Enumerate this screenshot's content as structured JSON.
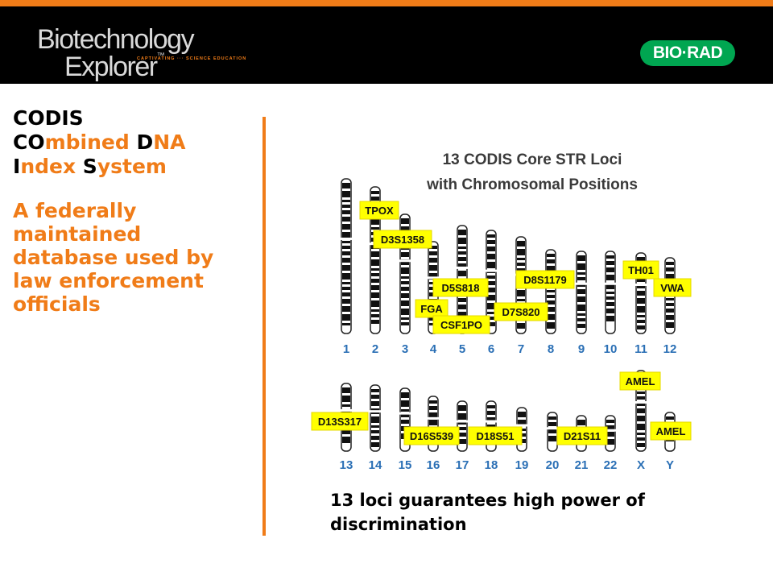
{
  "header": {
    "logo_line1": "Biotechnology",
    "logo_line2": "Explorer",
    "logo_trademark": "™",
    "logo_tagline": "CAPTIVATING ··· SCIENCE EDUCATION",
    "brand_logo": "BIO·RAD"
  },
  "left": {
    "title_line1": "CODIS",
    "title_l2_cap": "CO",
    "title_l2_rest": "mbined ",
    "title_l2_cap2": "D",
    "title_l2_rest2": "NA",
    "title_l3_cap": "I",
    "title_l3_rest": "ndex ",
    "title_l3_cap2": "S",
    "title_l3_rest2": "ystem",
    "description": "A federally maintained database used by law enforcement officials"
  },
  "figure": {
    "title_line1": "13 CODIS Core STR Loci",
    "title_line2": "with Chromosomal Positions",
    "row1_numbers": [
      "1",
      "2",
      "3",
      "4",
      "5",
      "6",
      "7",
      "8",
      "9",
      "10",
      "11",
      "12"
    ],
    "row2_numbers": [
      "13",
      "14",
      "15",
      "16",
      "17",
      "18",
      "19",
      "20",
      "21",
      "22",
      "X",
      "Y"
    ],
    "loci": [
      "TPOX",
      "D3S1358",
      "D5S818",
      "FGA",
      "CSF1PO",
      "D7S820",
      "D8S1179",
      "TH01",
      "VWA",
      "AMEL",
      "D13S317",
      "D16S539",
      "D18S51",
      "D21S11",
      "AMEL"
    ],
    "colors": {
      "label_fill": "#ffff00",
      "label_stroke": "#e6d800",
      "number": "#2a6fb5"
    }
  },
  "caption": "13 loci guarantees high power of discrimination"
}
